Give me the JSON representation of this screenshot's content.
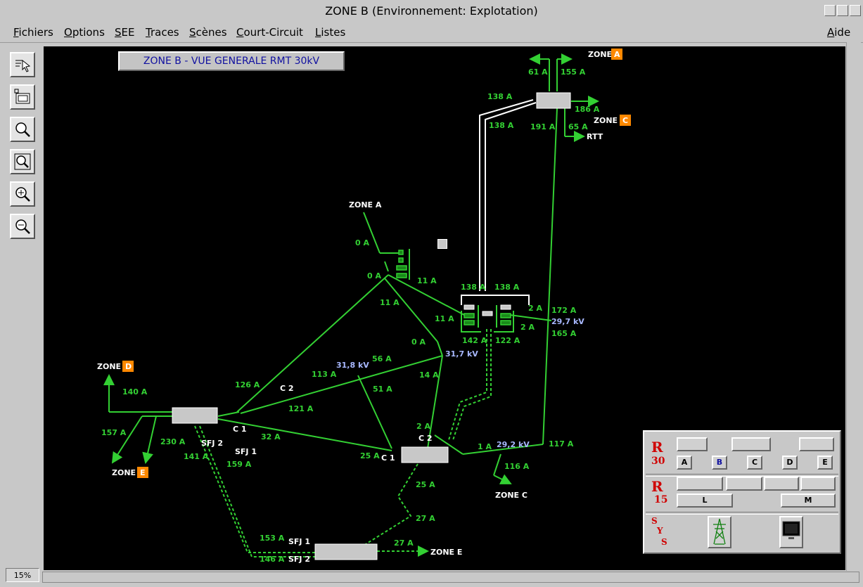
{
  "window": {
    "title": "ZONE B (Environnement: Explotation)"
  },
  "menu": {
    "items": [
      "Fichiers",
      "Options",
      "SEE",
      "Traces",
      "Scènes",
      "Court-Circuit",
      "Listes"
    ],
    "help": "Aide"
  },
  "toolbar": {
    "tools": [
      "select-arrow-icon",
      "screen-capture-icon",
      "zoom-icon",
      "zoom-fit-icon",
      "zoom-in-icon",
      "zoom-out-icon"
    ]
  },
  "zoom_level": "15%",
  "view": {
    "title": "ZONE B - VUE GENERALE RMT 30kV"
  },
  "zones": {
    "a_top_label": "ZONE",
    "a_top_badge": "A",
    "c_label": "ZONE",
    "c_badge": "C",
    "d_label": "ZONE",
    "d_badge": "D",
    "e_label": "ZONE",
    "e_badge": "E",
    "a_mid": "ZONE A",
    "c_bottom": "ZONE C",
    "e_bottom": "ZONE E",
    "rtt": "RTT"
  },
  "currents": {
    "l61": "61 A",
    "l155": "155 A",
    "l138a": "138 A",
    "l186": "186 A",
    "l138b": "138 A",
    "l191": "191 A",
    "l65": "65 A",
    "l0a1": "0 A",
    "l0a2": "0 A",
    "l11a1": "11 A",
    "l11a2": "11 A",
    "l11a3": "11 A",
    "l138c": "138 A",
    "l138d": "138 A",
    "l2a1": "2 A",
    "l2a2": "2 A",
    "l172": "172 A",
    "l165": "165 A",
    "l142": "142 A",
    "l122": "122 A",
    "l0a3": "0 A",
    "l56": "56 A",
    "l113": "113 A",
    "l14": "14 A",
    "l126": "126 A",
    "l51": "51 A",
    "l121": "121 A",
    "l140": "140 A",
    "l157": "157 A",
    "l230": "230 A",
    "l32": "32 A",
    "l141": "141 A",
    "l159": "159 A",
    "l2a3": "2 A",
    "l25a1": "25 A",
    "l1a": "1 A",
    "l117": "117 A",
    "l116": "116 A",
    "l25a2": "25 A",
    "l27a1": "27 A",
    "l153": "153 A",
    "l146": "146 A",
    "l27a2": "27 A"
  },
  "voltages": {
    "v29_7": "29,7 kV",
    "v31_7": "31,7 kV",
    "v31_8": "31,8 kV",
    "v29_2": "29,2 kV"
  },
  "feeders": {
    "c2a": "C 2",
    "c1a": "C 1",
    "sfj2a": "SFJ 2",
    "sfj1a": "SFJ 1",
    "c2b": "C 2",
    "c1b": "C 1",
    "sfj1b": "SFJ 1",
    "sfj2b": "SFJ 2"
  },
  "colors": {
    "line_live": "#33d033",
    "voltage": "#a8b8ff",
    "zone_badge": "#ff8800",
    "label_red": "#d00000"
  },
  "panel": {
    "r30_label": "R",
    "r30_num": "30",
    "r30_buttons": [
      "A",
      "B",
      "C",
      "D",
      "E"
    ],
    "r15_label": "R",
    "r15_num": "15",
    "r15_buttons": [
      "L",
      "M"
    ],
    "sys_letters": [
      "S",
      "Y",
      "S"
    ],
    "sys_icons": [
      "pylon-icon",
      "monitor-icon"
    ]
  }
}
